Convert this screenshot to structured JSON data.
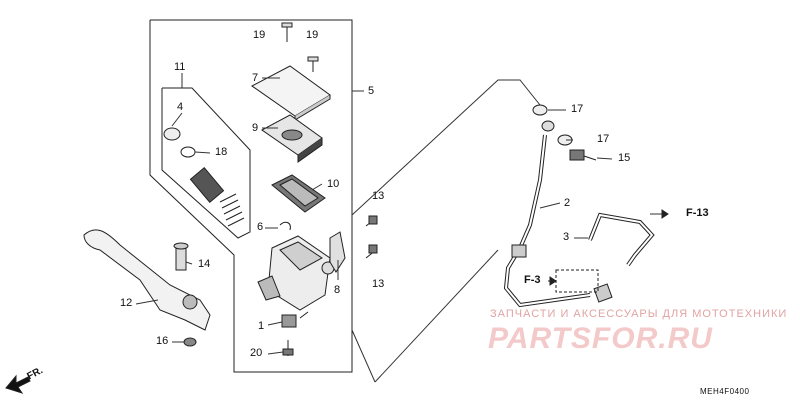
{
  "callouts": {
    "c1": "1",
    "c2": "2",
    "c3": "3",
    "c4": "4",
    "c5": "5",
    "c6": "6",
    "c7": "7",
    "c8": "8",
    "c9": "9",
    "c10": "10",
    "c11": "11",
    "c12": "12",
    "c13a": "13",
    "c13b": "13",
    "c14": "14",
    "c15": "15",
    "c16": "16",
    "c17a": "17",
    "c17b": "17",
    "c18": "18",
    "c19a": "19",
    "c19b": "19",
    "c20": "20"
  },
  "refs": {
    "f13": "F-13",
    "f3": "F-3"
  },
  "direction_label": "FR.",
  "diagram_code": "MEH4F0400",
  "watermark": {
    "line": "ЗАПЧАСТИ И АКСЕССУАРЫ ДЛЯ МОТОТЕХНИКИ",
    "logo": "PARTSFOR.RU"
  }
}
